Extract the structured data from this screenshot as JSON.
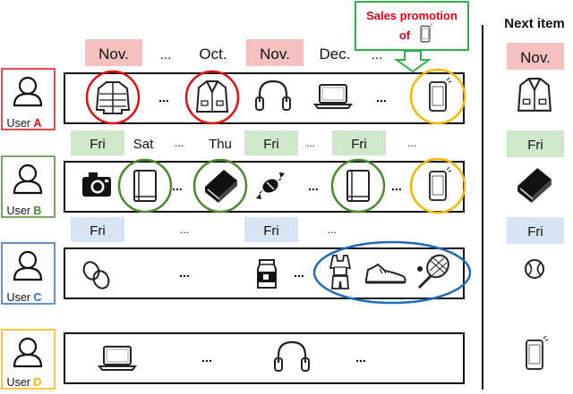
{
  "promotion": {
    "line1": "Sales promotion",
    "line2": "of",
    "color": "#e8001a",
    "box_color": "#2fb24a"
  },
  "next_item": {
    "header": "Next item",
    "month_label": "Nov.",
    "day_label": "Fri"
  },
  "colors": {
    "month_badge": "#f4c0c0",
    "day_green_badge": "#cfe8c9",
    "day_blue_badge": "#d6e4f4",
    "circle_red": "#e01010",
    "circle_green": "#4a8a2c",
    "circle_orange": "#f5b800",
    "circle_blue": "#1f6bb5",
    "user_a": "#e01010",
    "user_b": "#4a8a2c",
    "user_c": "#2f6fb5",
    "user_d": "#f5b800"
  },
  "users": [
    {
      "prefix": "User ",
      "letter": "A"
    },
    {
      "prefix": "User ",
      "letter": "B"
    },
    {
      "prefix": "User ",
      "letter": "C"
    },
    {
      "prefix": "User ",
      "letter": "D"
    }
  ],
  "row_a_months": [
    "Nov.",
    "...",
    "Oct.",
    "Nov.",
    "Dec.",
    "..."
  ],
  "row_b_days": [
    "Fri",
    "Sat",
    "...",
    "Thu",
    "Fri",
    "...",
    "Fri",
    "..."
  ],
  "row_c_days": [
    "Fri",
    "...",
    "Fri",
    "..."
  ],
  "ellipsis": "..."
}
